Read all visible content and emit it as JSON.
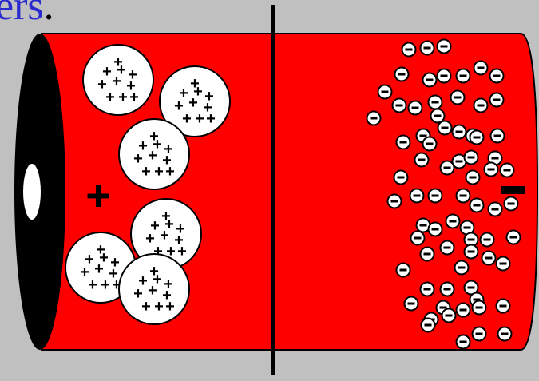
{
  "title": {
    "text": "ers",
    "period": "."
  },
  "colors": {
    "background": "#c0c0c0",
    "cylinder_body": "#ff0000",
    "cylinder_end": "#000000",
    "separator": "#000000",
    "title": "#2a2ad0",
    "particle_fill": "#ffffff"
  },
  "labels": {
    "positive_side": "+",
    "negative_side": "−"
  },
  "icons": [
    "positive-charge-cluster",
    "negative-ion",
    "separator-line"
  ],
  "particle_symbols": {
    "cluster_sign": "+",
    "ion_sign": "−"
  }
}
